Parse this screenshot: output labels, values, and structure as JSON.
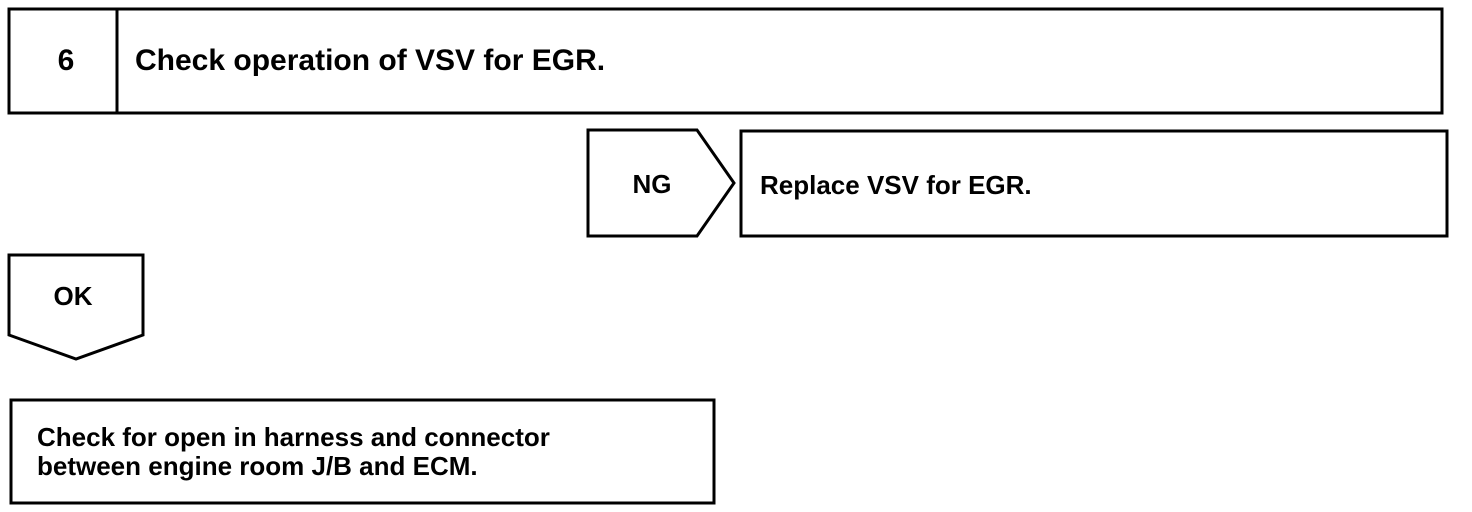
{
  "step": {
    "number": "6",
    "title": "Check operation of VSV for EGR."
  },
  "ng_branch": {
    "label": "NG",
    "action": "Replace VSV for EGR."
  },
  "ok_branch": {
    "label": "OK",
    "next_step_lines": [
      "Check for open in harness and connector",
      "between engine room J/B and ECM."
    ]
  }
}
